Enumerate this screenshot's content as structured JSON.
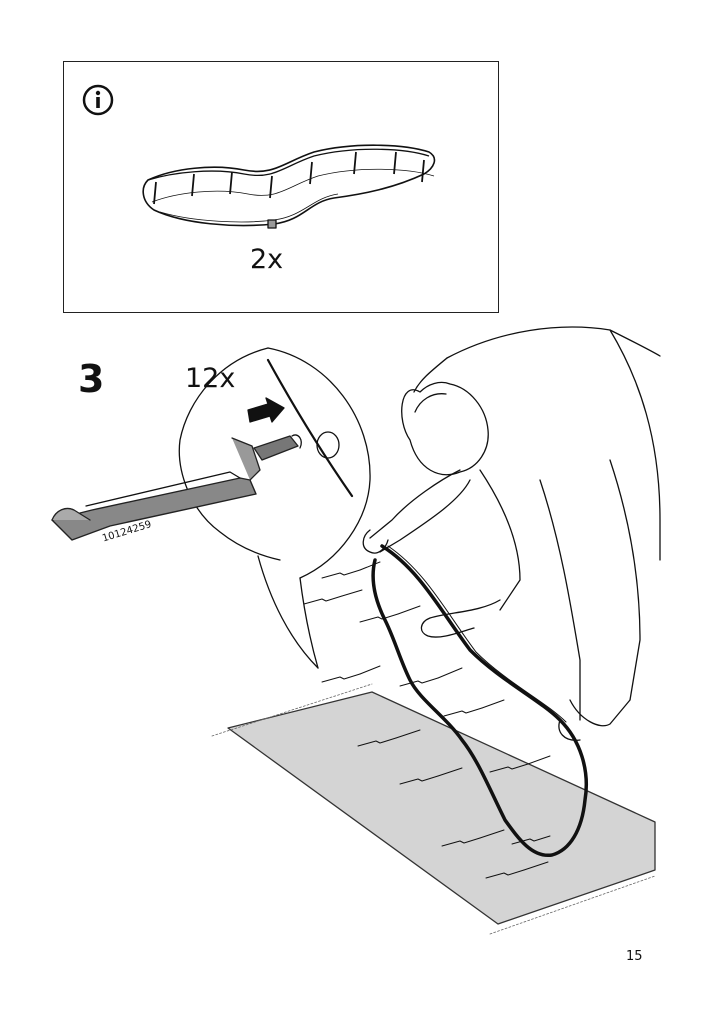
{
  "info": {
    "icon": "info-icon",
    "quantity": "2x"
  },
  "step": {
    "number": "3",
    "quantity": "12x",
    "part_number": "10124259"
  },
  "page": {
    "number": "15"
  }
}
